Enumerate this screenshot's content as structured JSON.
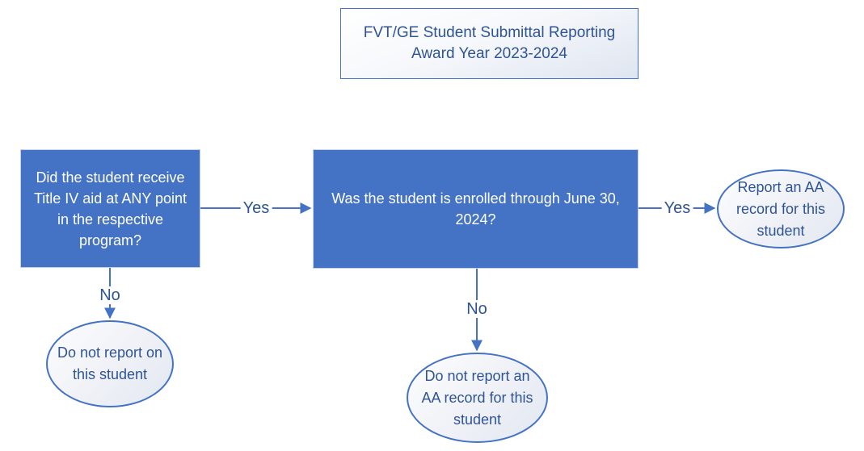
{
  "diagram": {
    "title": "FVT/GE Student Submittal Reporting Award Year 2023-2024",
    "nodes": {
      "decision_title_iv": {
        "text": "Did the student receive Title IV aid at ANY point in the respective program?",
        "shape": "rectangle"
      },
      "decision_enrolled": {
        "text": "Was the student is enrolled through June 30, 2024?",
        "shape": "rectangle"
      },
      "outcome_report_aa": {
        "text": "Report an AA record for this student",
        "shape": "ellipse"
      },
      "outcome_do_not_report": {
        "text": "Do not report on this student",
        "shape": "ellipse"
      },
      "outcome_do_not_report_aa": {
        "text": "Do not report an AA record for this student",
        "shape": "ellipse"
      }
    },
    "edges": {
      "yes_title_iv_to_enrolled": {
        "label": "Yes"
      },
      "yes_enrolled_to_report": {
        "label": "Yes"
      },
      "no_title_iv_to_do_not_report": {
        "label": "No"
      },
      "no_enrolled_to_do_not_report_aa": {
        "label": "No"
      }
    },
    "colors": {
      "decision_fill": "#4472C4",
      "decision_text": "#FFFFFF",
      "connector": "#4472C4",
      "label_text": "#2F5496",
      "terminal_border": "#4472C4",
      "terminal_fill_light": "#E2E7F0",
      "title_border": "#4472C4"
    }
  }
}
